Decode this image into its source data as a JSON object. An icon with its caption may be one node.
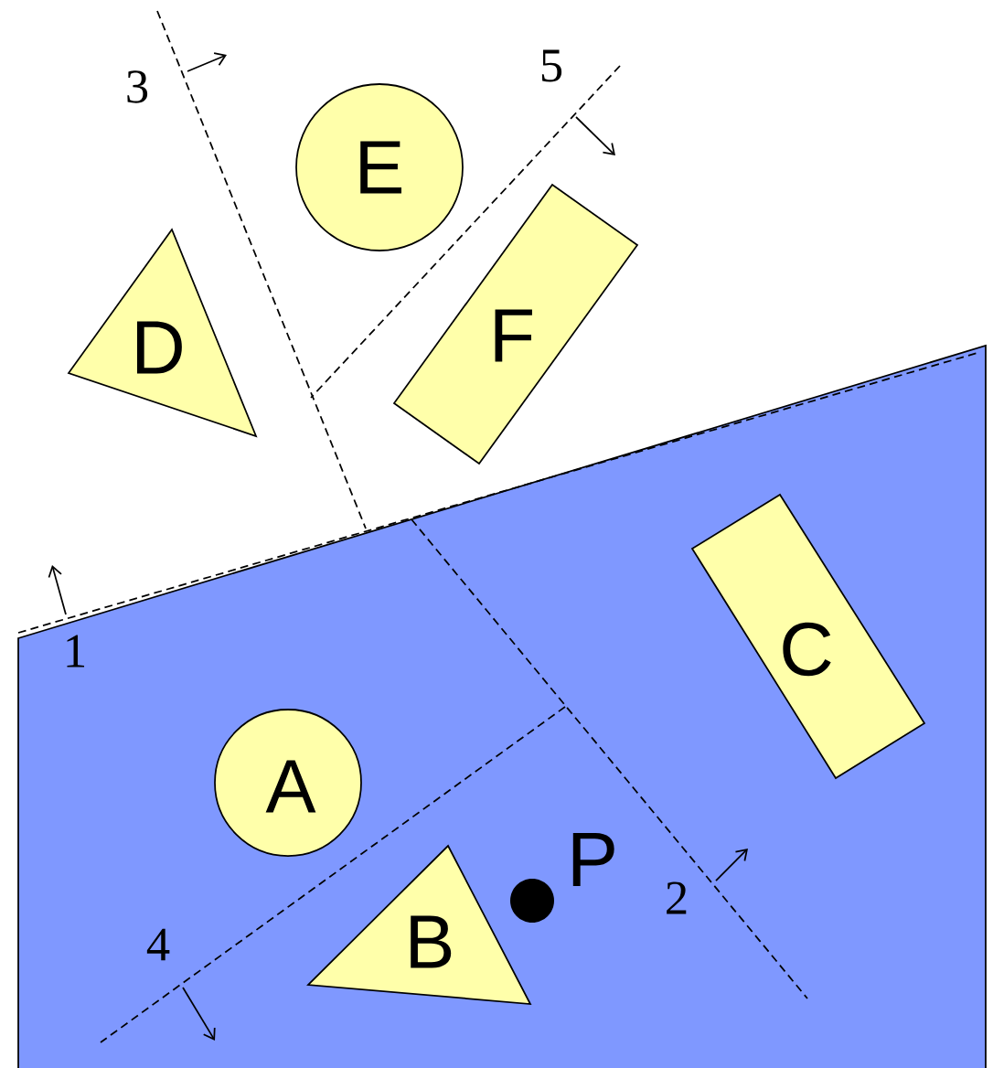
{
  "diagram": {
    "nodes": [
      {
        "text": [
          "E"
        ]
      },
      {
        "text": [
          "D"
        ]
      },
      {
        "text": [
          "F"
        ]
      },
      {
        "text": [
          "C"
        ]
      },
      {
        "text": [
          "A"
        ]
      },
      {
        "text": [
          "B"
        ]
      }
    ],
    "labels": [
      "3",
      "5",
      "1",
      "P",
      "2",
      "4"
    ]
  }
}
